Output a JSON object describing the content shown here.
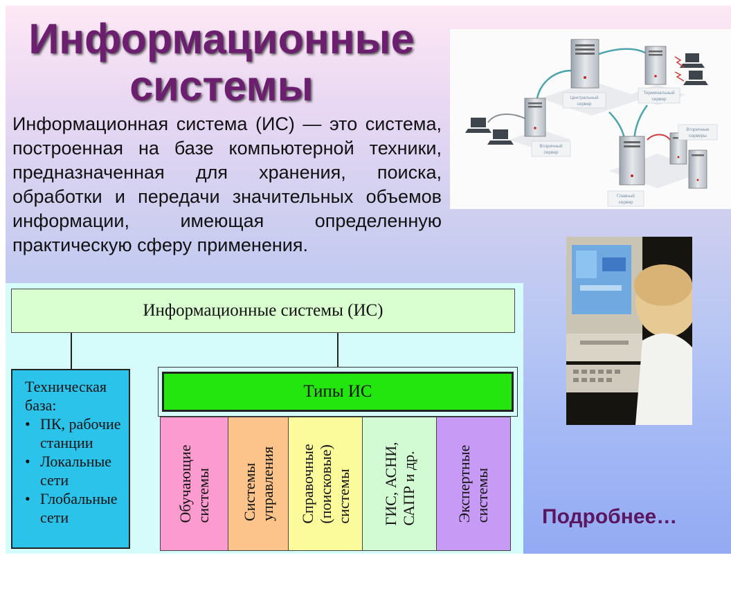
{
  "title": {
    "line1": "Информационные",
    "line2": "системы"
  },
  "definition": "Информационная система (ИС) — это система, построенная на базе компьютерной техники, предназначенная для хранения, поиска, обработки и передачи значительных объемов информации, имеющая определенную практическую сферу применения.",
  "network_image": {
    "labels": {
      "central": [
        "Центральный",
        "сервер"
      ],
      "terminal": [
        "Терминальный",
        "сервер"
      ],
      "secondary_left": [
        "Вторичный",
        "сервер"
      ],
      "secondary_right": [
        "Вторичные",
        "серверы"
      ],
      "main": [
        "Главный",
        "сервер"
      ]
    }
  },
  "chart": {
    "root": "Информационные системы (ИС)",
    "tech_base": {
      "heading": "Техническая база:",
      "items": [
        "ПК, рабочие станции",
        "Локальные сети",
        "Глобальные сети"
      ]
    },
    "types_header": "Типы ИС",
    "types": [
      {
        "label": "Обучающие\nсистемы",
        "color": "#fc9bcf"
      },
      {
        "label": "Системы\nуправления",
        "color": "#fcc48a"
      },
      {
        "label": "Справочные\n(поисковые)\nсистемы",
        "color": "#fbfb9c"
      },
      {
        "label": "ГИС, АСНИ,\nСАПР и др.",
        "color": "#d3fbd3"
      },
      {
        "label": "Экспертные\nсистемы",
        "color": "#c79bf5"
      }
    ]
  },
  "more_link": "Подробнее…",
  "colors": {
    "title": "#6b1f6e",
    "link": "#5b1660",
    "root_box": "#d9ffd0",
    "tech_box": "#2bc3ea",
    "types_box": "#22e60e"
  }
}
